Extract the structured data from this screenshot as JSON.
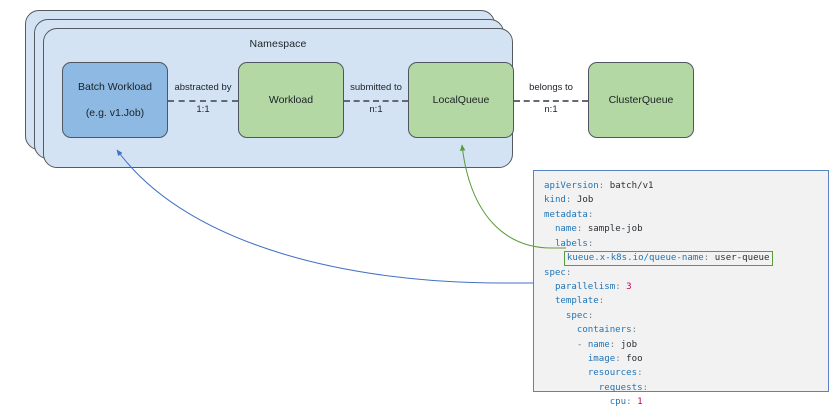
{
  "diagram": {
    "namespace_label": "Namespace",
    "stack_count": 3,
    "nodes": [
      {
        "id": "batch-workload",
        "line1": "Batch Workload",
        "line2": "(e.g. v1.Job)",
        "color": "#8db9e2",
        "kind": "blue"
      },
      {
        "id": "workload",
        "line1": "Workload",
        "line2": "",
        "color": "#b4d8a4",
        "kind": "green"
      },
      {
        "id": "localqueue",
        "line1": "LocalQueue",
        "line2": "",
        "color": "#b4d8a4",
        "kind": "green"
      },
      {
        "id": "clusterqueue",
        "line1": "ClusterQueue",
        "line2": "",
        "color": "#b4d8a4",
        "kind": "green"
      }
    ],
    "edges": [
      {
        "id": "batch-to-workload",
        "label": "abstracted by",
        "cardinality": "1:1"
      },
      {
        "id": "workload-to-localqueue",
        "label": "submitted to",
        "cardinality": "n:1"
      },
      {
        "id": "localqueue-to-clusterqueue",
        "label": "belongs to",
        "cardinality": "n:1"
      }
    ],
    "connectors": [
      {
        "id": "batch-workload-to-yaml",
        "color": "#4472c4",
        "from": "batch-workload",
        "to": "yaml-spec"
      },
      {
        "id": "localqueue-to-queue-label",
        "color": "#5d9b3f",
        "from": "localqueue",
        "to": "yaml-queue-name-label"
      }
    ]
  },
  "code_block": {
    "border_color": "#5a82c2",
    "background": "#f2f2f2",
    "highlight_border_color": "#5d9b3f",
    "lines": [
      {
        "indent": 0,
        "key": "apiVersion",
        "value": "batch/v1",
        "value_type": "string"
      },
      {
        "indent": 0,
        "key": "kind",
        "value": "Job",
        "value_type": "string"
      },
      {
        "indent": 0,
        "key": "metadata",
        "value": "",
        "value_type": "none"
      },
      {
        "indent": 1,
        "key": "name",
        "value": "sample-job",
        "value_type": "string"
      },
      {
        "indent": 1,
        "key": "labels",
        "value": "",
        "value_type": "none"
      },
      {
        "indent": 2,
        "key": "kueue.x-k8s.io/queue-name",
        "value": "user-queue",
        "value_type": "string",
        "highlighted": true
      },
      {
        "indent": 0,
        "key": "spec",
        "value": "",
        "value_type": "none"
      },
      {
        "indent": 1,
        "key": "parallelism",
        "value": "3",
        "value_type": "number"
      },
      {
        "indent": 1,
        "key": "template",
        "value": "",
        "value_type": "none"
      },
      {
        "indent": 2,
        "key": "spec",
        "value": "",
        "value_type": "none"
      },
      {
        "indent": 3,
        "key": "containers",
        "value": "",
        "value_type": "none"
      },
      {
        "indent": 3,
        "key": "name",
        "value": "job",
        "value_type": "string",
        "dash": true
      },
      {
        "indent": 4,
        "key": "image",
        "value": "foo",
        "value_type": "string"
      },
      {
        "indent": 4,
        "key": "resources",
        "value": "",
        "value_type": "none"
      },
      {
        "indent": 5,
        "key": "requests",
        "value": "",
        "value_type": "none"
      },
      {
        "indent": 6,
        "key": "cpu",
        "value": "1",
        "value_type": "number"
      }
    ]
  }
}
